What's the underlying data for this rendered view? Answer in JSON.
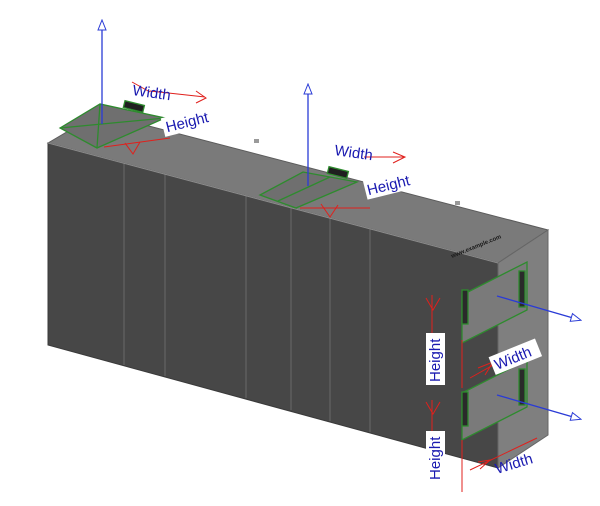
{
  "diagram": {
    "box_imprint": "www.example.com",
    "labels": {
      "top_left_width": "Width",
      "top_left_height": "Height",
      "top_mid_width": "Width",
      "top_mid_height": "Height",
      "side_upper_height": "Height",
      "side_upper_width": "Width",
      "side_lower_height": "Height",
      "side_lower_width": "Width"
    },
    "colors": {
      "front_face": "#474747",
      "top_face": "#7a7a7a",
      "side_face": "#7f7f7f",
      "panel_seam": "#6a6a6a",
      "opening_outline": "#2e8b2e",
      "dimension_lines": "#e0201c",
      "normal_arrows": "#2a3bd6",
      "label_text": "#1a1ab0"
    }
  }
}
